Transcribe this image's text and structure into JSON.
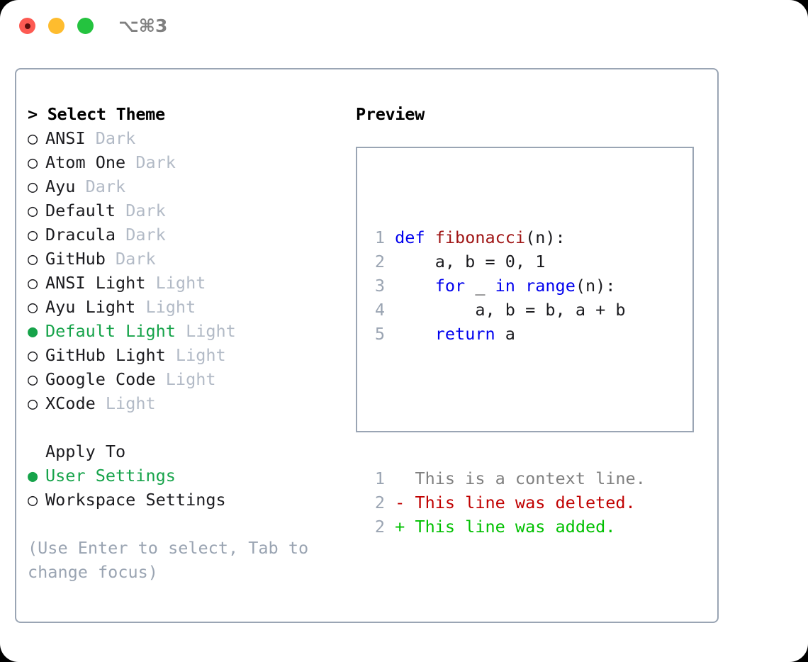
{
  "window": {
    "shortcut": "⌥⌘3",
    "traffic_lights": [
      {
        "name": "close",
        "color": "#fd5a52"
      },
      {
        "name": "minimize",
        "color": "#febc2e"
      },
      {
        "name": "zoom",
        "color": "#24c33f"
      }
    ]
  },
  "theme_picker": {
    "header": "> Select Theme",
    "items": [
      {
        "bullet": "○",
        "name": "ANSI",
        "tag": "Dark",
        "selected": false
      },
      {
        "bullet": "○",
        "name": "Atom One",
        "tag": "Dark",
        "selected": false
      },
      {
        "bullet": "○",
        "name": "Ayu",
        "tag": "Dark",
        "selected": false
      },
      {
        "bullet": "○",
        "name": "Default",
        "tag": "Dark",
        "selected": false
      },
      {
        "bullet": "○",
        "name": "Dracula",
        "tag": "Dark",
        "selected": false
      },
      {
        "bullet": "○",
        "name": "GitHub",
        "tag": "Dark",
        "selected": false
      },
      {
        "bullet": "○",
        "name": "ANSI Light",
        "tag": "Light",
        "selected": false
      },
      {
        "bullet": "○",
        "name": "Ayu Light",
        "tag": "Light",
        "selected": false
      },
      {
        "bullet": "●",
        "name": "Default Light",
        "tag": "Light",
        "selected": true
      },
      {
        "bullet": "○",
        "name": "GitHub Light",
        "tag": "Light",
        "selected": false
      },
      {
        "bullet": "○",
        "name": "Google Code",
        "tag": "Light",
        "selected": false
      },
      {
        "bullet": "○",
        "name": "XCode",
        "tag": "Light",
        "selected": false
      }
    ]
  },
  "apply_to": {
    "label": "Apply To",
    "options": [
      {
        "bullet": "●",
        "name": "User Settings",
        "selected": true
      },
      {
        "bullet": "○",
        "name": "Workspace Settings",
        "selected": false
      }
    ]
  },
  "hint": "(Use Enter to select, Tab to change focus)",
  "preview": {
    "title": "Preview",
    "code_lines": [
      {
        "lno": "1",
        "tokens": [
          {
            "t": " ",
            "c": "plain"
          },
          {
            "t": "def",
            "c": "kw"
          },
          {
            "t": " ",
            "c": "plain"
          },
          {
            "t": "fibonacci",
            "c": "fn"
          },
          {
            "t": "(n):",
            "c": "plain"
          }
        ]
      },
      {
        "lno": "2",
        "tokens": [
          {
            "t": "     a, b = 0, 1",
            "c": "plain"
          }
        ]
      },
      {
        "lno": "3",
        "tokens": [
          {
            "t": "     ",
            "c": "plain"
          },
          {
            "t": "for",
            "c": "kw"
          },
          {
            "t": " _ ",
            "c": "plain"
          },
          {
            "t": "in",
            "c": "kw"
          },
          {
            "t": " ",
            "c": "plain"
          },
          {
            "t": "range",
            "c": "kw"
          },
          {
            "t": "(n):",
            "c": "plain"
          }
        ]
      },
      {
        "lno": "4",
        "tokens": [
          {
            "t": "         a, b = b, a + b",
            "c": "plain"
          }
        ]
      },
      {
        "lno": "5",
        "tokens": [
          {
            "t": "     ",
            "c": "plain"
          },
          {
            "t": "return",
            "c": "kw"
          },
          {
            "t": " a",
            "c": "plain"
          }
        ]
      }
    ],
    "diff_lines": [
      {
        "lno": "1",
        "marker": " ",
        "text": "  This is a context line.",
        "kind": "ctx"
      },
      {
        "lno": "2",
        "marker": " ",
        "text": "- This line was deleted.",
        "kind": "del"
      },
      {
        "lno": "2",
        "marker": " ",
        "text": "+ This line was added.",
        "kind": "add"
      }
    ]
  },
  "colors": {
    "selected_green": "#16a34a",
    "tag_gray": "#b2bac6",
    "hint_gray": "#9aa4b2",
    "border": "#9aa5b4",
    "keyword_blue": "#0000ee",
    "function_red": "#a01515",
    "diff_deleted": "#c00000",
    "diff_added": "#00c000",
    "diff_context": "#808080"
  }
}
